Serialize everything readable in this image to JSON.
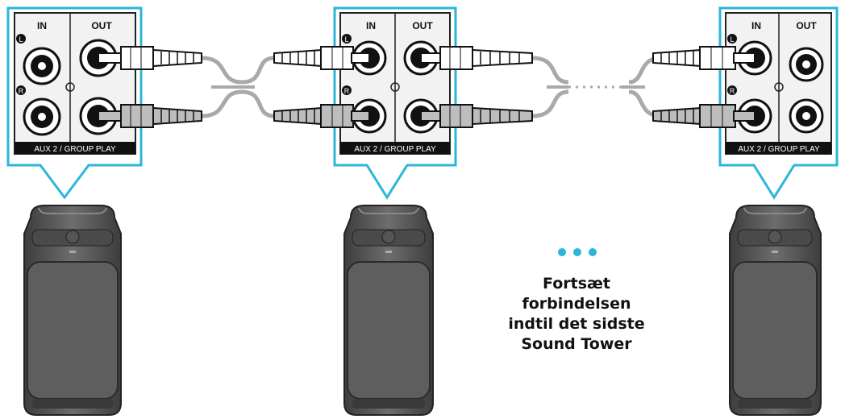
{
  "panel": {
    "in_label": "IN",
    "out_label": "OUT",
    "left_channel": "L",
    "right_channel": "R",
    "strip_label": "AUX 2 / GROUP PLAY"
  },
  "note": {
    "text": "Fortsæt\nforbindelsen\nindtil det sidste\nSound Tower"
  },
  "colors": {
    "accent": "#2bb6d9",
    "speaker_body": "#5a5a5a",
    "cable": "#a9a9a9"
  }
}
